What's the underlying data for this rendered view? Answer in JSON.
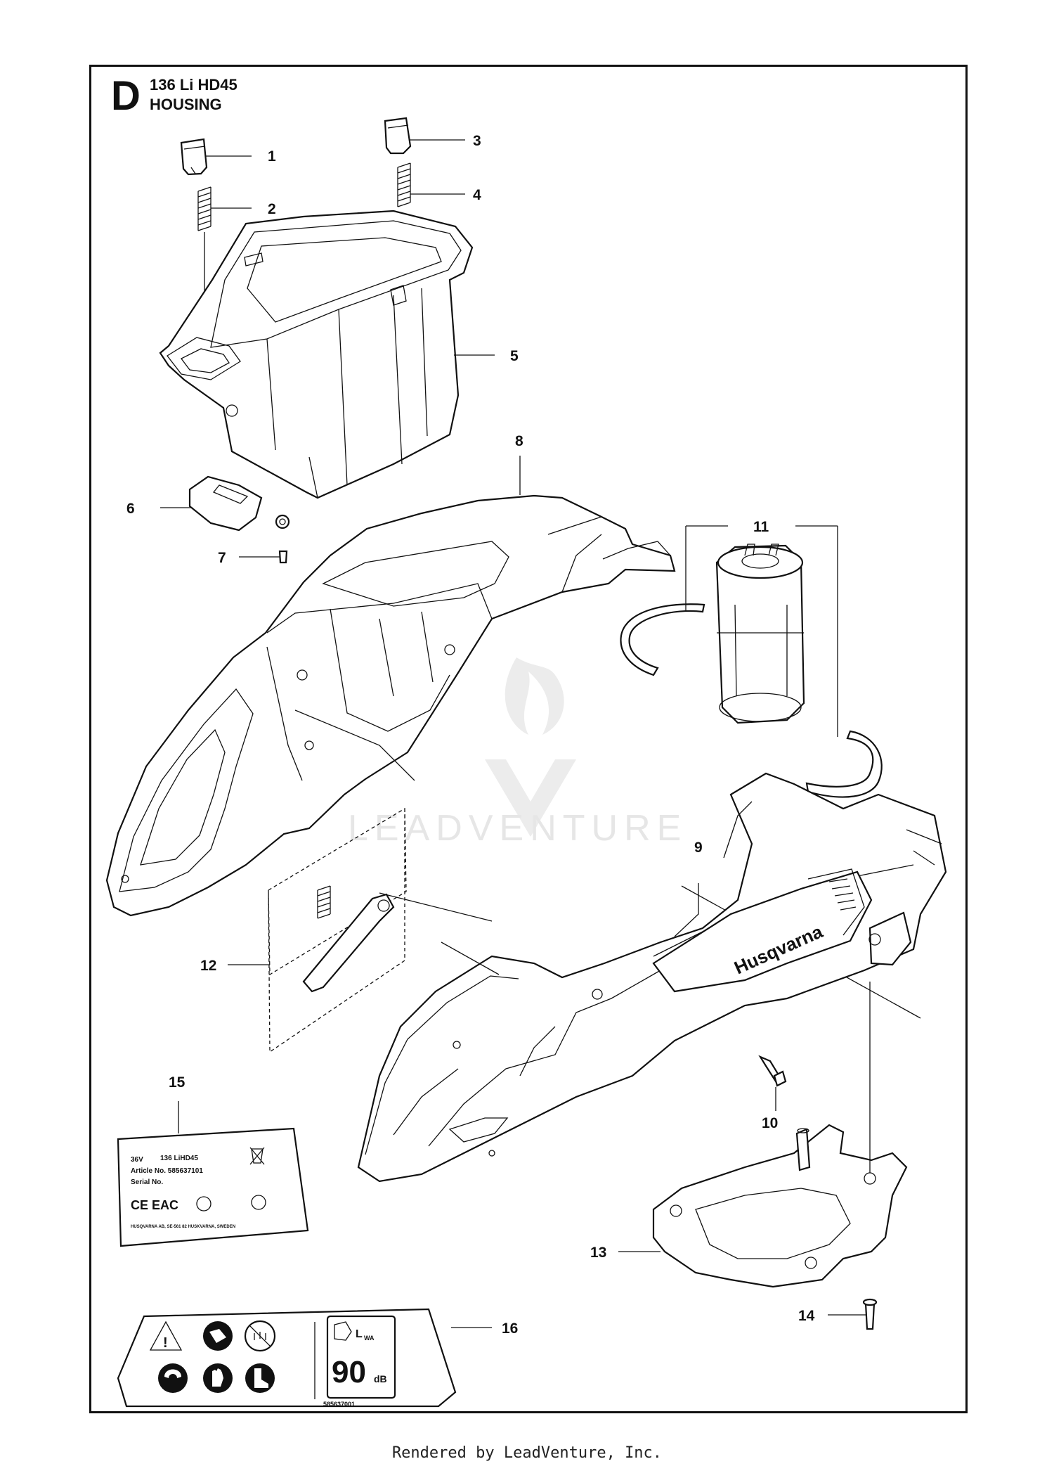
{
  "header": {
    "section_letter": "D",
    "model": "136 Li HD45",
    "title": "HOUSING"
  },
  "callouts": [
    {
      "id": "1",
      "label": "1"
    },
    {
      "id": "2",
      "label": "2"
    },
    {
      "id": "3",
      "label": "3"
    },
    {
      "id": "4",
      "label": "4"
    },
    {
      "id": "5",
      "label": "5"
    },
    {
      "id": "6",
      "label": "6"
    },
    {
      "id": "7",
      "label": "7"
    },
    {
      "id": "8",
      "label": "8"
    },
    {
      "id": "9",
      "label": "9"
    },
    {
      "id": "10",
      "label": "10"
    },
    {
      "id": "11",
      "label": "11"
    },
    {
      "id": "12",
      "label": "12"
    },
    {
      "id": "13",
      "label": "13"
    },
    {
      "id": "14",
      "label": "14"
    },
    {
      "id": "15",
      "label": "15"
    },
    {
      "id": "16",
      "label": "16"
    }
  ],
  "rating_label": {
    "voltage": "36V",
    "model": "136 LiHD45",
    "article": "Article No. 585637101",
    "serial": "Serial No.",
    "marks": "CE  EAC",
    "manufacturer": "HUSQVARNA AB, SE-561 82 HUSKVARNA, SWEDEN"
  },
  "warning_label": {
    "sound_prefix": "L",
    "sound_sub": "WA",
    "sound_value": "90",
    "sound_unit": "dB",
    "part_number": "585637001"
  },
  "housing_brand": "Husqvarna",
  "watermark": "LEADVENTURE",
  "footer": "Rendered by LeadVenture, Inc."
}
